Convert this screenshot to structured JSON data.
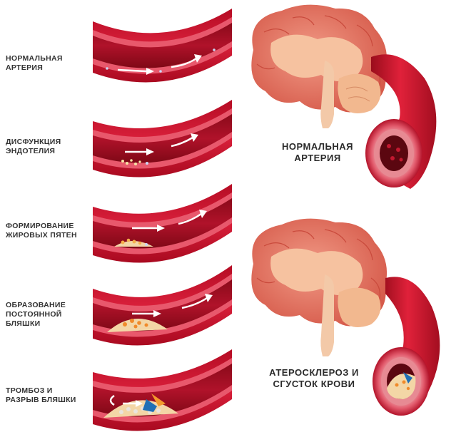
{
  "stages": [
    {
      "id": "normal",
      "label": "НОРМАЛЬНАЯ\nАРТЕРИЯ"
    },
    {
      "id": "dysfunction",
      "label": "ДИСФУНКЦИЯ\nЭНДОТЕЛИЯ"
    },
    {
      "id": "fatty-streaks",
      "label": "ФОРМИРОВАНИЕ\nЖИРОВЫХ ПЯТЕН"
    },
    {
      "id": "plaque",
      "label": "ОБРАЗОВАНИЕ\nПОСТОЯННОЙ\nБЛЯШКИ"
    },
    {
      "id": "thrombosis",
      "label": "ТРОМБОЗ И\nРАЗРЫВ БЛЯШКИ"
    }
  ],
  "panels": {
    "normal": {
      "label": "НОРМАЛЬНАЯ\nАРТЕРИЯ"
    },
    "diseased": {
      "label": "АТЕРОСКЛЕРОЗ И\nСГУСТОК КРОВИ"
    }
  },
  "colors": {
    "vessel_outer": "#c8102e",
    "vessel_wall": "#e04a5f",
    "lumen": "#9b0d1f",
    "plaque": "#f3d6a6",
    "brain": "#e9796a",
    "brain_inner": "#f6c2a0",
    "cerebellum": "#f2b88f",
    "arrow": "#ffffff"
  }
}
